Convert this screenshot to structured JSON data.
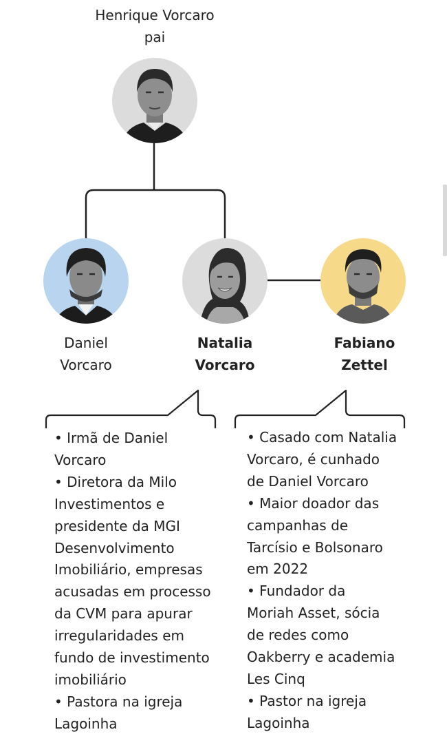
{
  "colors": {
    "line": "#222222",
    "daniel_bg": "#b8d4ee",
    "fabiano_bg": "#f7d98a",
    "gray_bg": "#dcdcdc"
  },
  "father": {
    "name": "Henrique Vorcaro",
    "role": "pai",
    "icon": "father-photo"
  },
  "daniel": {
    "first": "Daniel",
    "last": "Vorcaro",
    "icon": "daniel-photo"
  },
  "natalia": {
    "first": "Natalia",
    "last": "Vorcaro",
    "icon": "natalia-photo",
    "notes": [
      "• Irmã de Daniel",
      "Vorcaro",
      "• Diretora da Milo",
      "Investimentos e",
      "presidente da MGI",
      "Desenvolvimento",
      "Imobiliário, empresas",
      "acusadas em processo",
      "da CVM para apurar",
      "irregularidades em",
      "fundo de investimento",
      "imobiliário",
      "• Pastora na igreja",
      "Lagoinha"
    ]
  },
  "fabiano": {
    "first": "Fabiano",
    "last": "Zettel",
    "icon": "fabiano-photo",
    "notes": [
      "• Casado com Natalia",
      "Vorcaro, é cunhado",
      "de Daniel Vorcaro",
      "• Maior doador das",
      "campanhas de",
      "Tarcísio e Bolsonaro",
      "em 2022",
      "• Fundador da",
      "Moriah Asset, sócia",
      "de redes como",
      "Oakberry e academia",
      "Les Cinq",
      "• Pastor na igreja",
      "Lagoinha"
    ]
  }
}
